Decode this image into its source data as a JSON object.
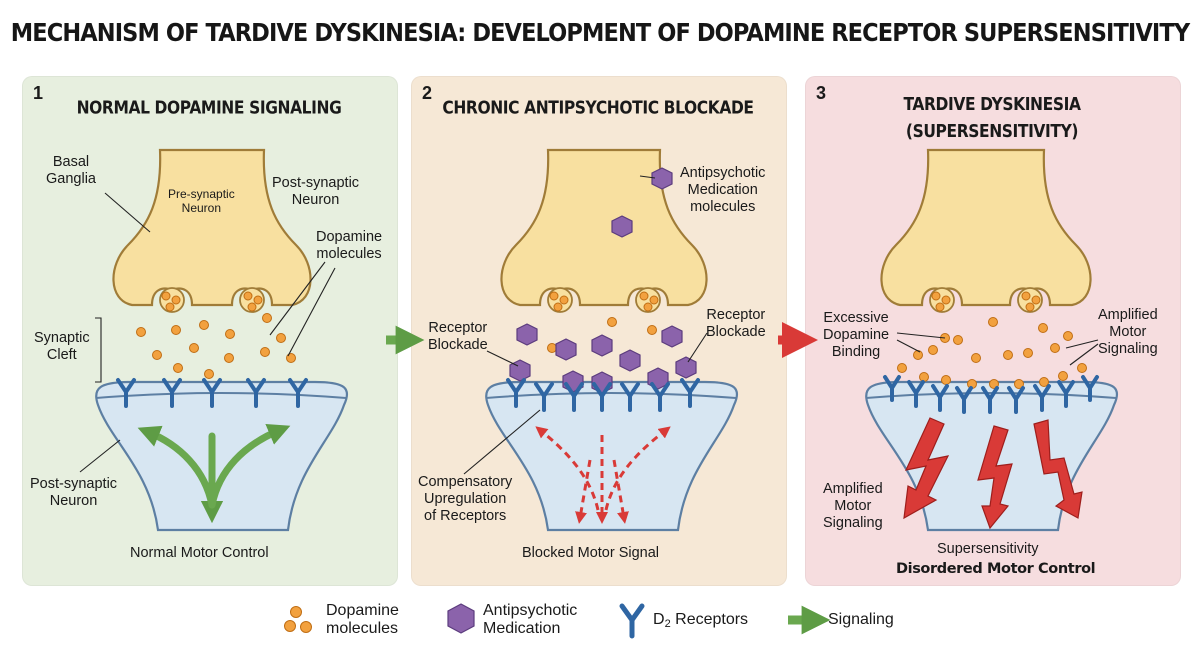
{
  "title": "MECHANISM OF TARDIVE DYSKINESIA: DEVELOPMENT OF DOPAMINE RECEPTOR SUPERSENSITIVITY",
  "panels": [
    {
      "number": "1",
      "title": "NORMAL DOPAMINE SIGNALING",
      "labels": {
        "basal_ganglia": "Basal\nGanglia",
        "pre_synaptic": "Pre-synaptic\nNeuron",
        "post_synaptic_top": "Post-synaptic\nNeuron",
        "dopamine": "Dopamine\nmolecules",
        "synaptic_cleft": "Synaptic\nCleft",
        "post_synaptic_bottom": "Post-synaptic\nNeuron",
        "footer": "Normal Motor Control"
      }
    },
    {
      "number": "2",
      "title": "CHRONIC ANTIPSYCHOTIC BLOCKADE",
      "labels": {
        "antipsychotic": "Antipsychotic\nMedication\nmolecules",
        "blockade_left": "Receptor\nBlockade",
        "blockade_right": "Receptor\nBlockade",
        "upregulation": "Compensatory\nUpregulation\nof Receptors",
        "footer": "Blocked Motor Signal"
      }
    },
    {
      "number": "3",
      "title": "TARDIVE DYSKINESIA\n(SUPERSENSITIVITY)",
      "labels": {
        "excessive": "Excessive\nDopamine\nBinding",
        "amplified_top": "Amplified\nMotor\nSignaling",
        "amplified_bottom": "Amplified\nMotor\nSignaling",
        "footer": "Supersensitivity",
        "footer_bold": "Disordered Motor Control"
      }
    }
  ],
  "legend": {
    "dopamine": "Dopamine\nmolecules",
    "antipsychotic": "Antipsychotic\nMedication",
    "receptors_prefix": "D",
    "receptors_sub": "2",
    "receptors_suffix": " Receptors",
    "signaling": "Signaling"
  },
  "colors": {
    "panel1_bg": "#e7efdf",
    "panel2_bg": "#f6e8d6",
    "panel3_bg": "#f6dddf",
    "neuron_fill": "#f8e0a0",
    "neuron_stroke": "#a07c38",
    "post_fill": "#d7e6f2",
    "post_stroke": "#5d7fa3",
    "dopamine": "#f2a13f",
    "antipsychotic": "#8b63ab",
    "receptor": "#2f66a3",
    "green_arrow": "#6aa84f",
    "red_arrow": "#d93a37"
  }
}
